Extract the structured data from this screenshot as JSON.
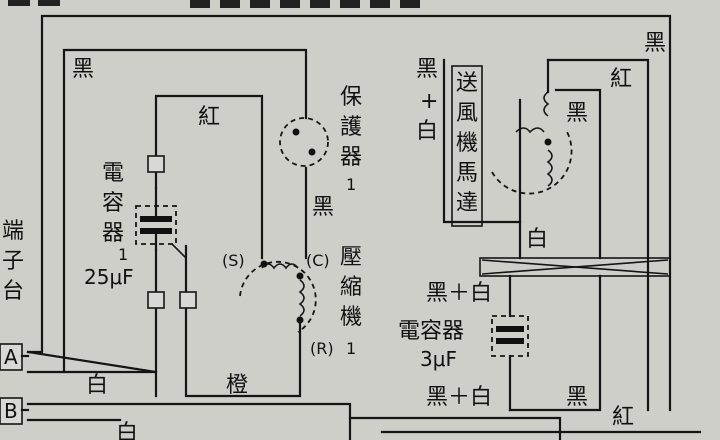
{
  "terminal": {
    "label_lines": [
      "端",
      "子",
      "台"
    ],
    "a": "A",
    "b": "B"
  },
  "wire_labels": {
    "black_top_left": "黑",
    "black_top_right": "黑",
    "red_compressor": "紅",
    "black_protector": "黑",
    "white_a": "白",
    "white_b": "白",
    "orange": "橙",
    "black_plus_white_fan": [
      "黑",
      "+",
      "白"
    ],
    "red_fan": "紅",
    "black_fan_inner": "黑",
    "white_fan": "白",
    "black_plus_white_cap_top": "黑＋白",
    "black_plus_white_cap_bottom": "黑＋白",
    "black_bottom": "黑",
    "red_bottom": "紅"
  },
  "components": {
    "protector": {
      "name": [
        "保",
        "護",
        "器"
      ],
      "index": "1"
    },
    "compressor": {
      "name": [
        "壓",
        "縮",
        "機"
      ],
      "index": "1",
      "s": "(S)",
      "c": "(C)",
      "r": "(R)"
    },
    "run_capacitor": {
      "name": [
        "電",
        "容",
        "器"
      ],
      "index": "1",
      "value": "25μF"
    },
    "fan_motor": {
      "name": [
        "送",
        "風",
        "機",
        "馬",
        "達"
      ]
    },
    "fan_capacitor": {
      "name": "電容器",
      "value": "3μF"
    }
  },
  "colors": {
    "line": "#151515",
    "paper": "#cfcfca"
  }
}
